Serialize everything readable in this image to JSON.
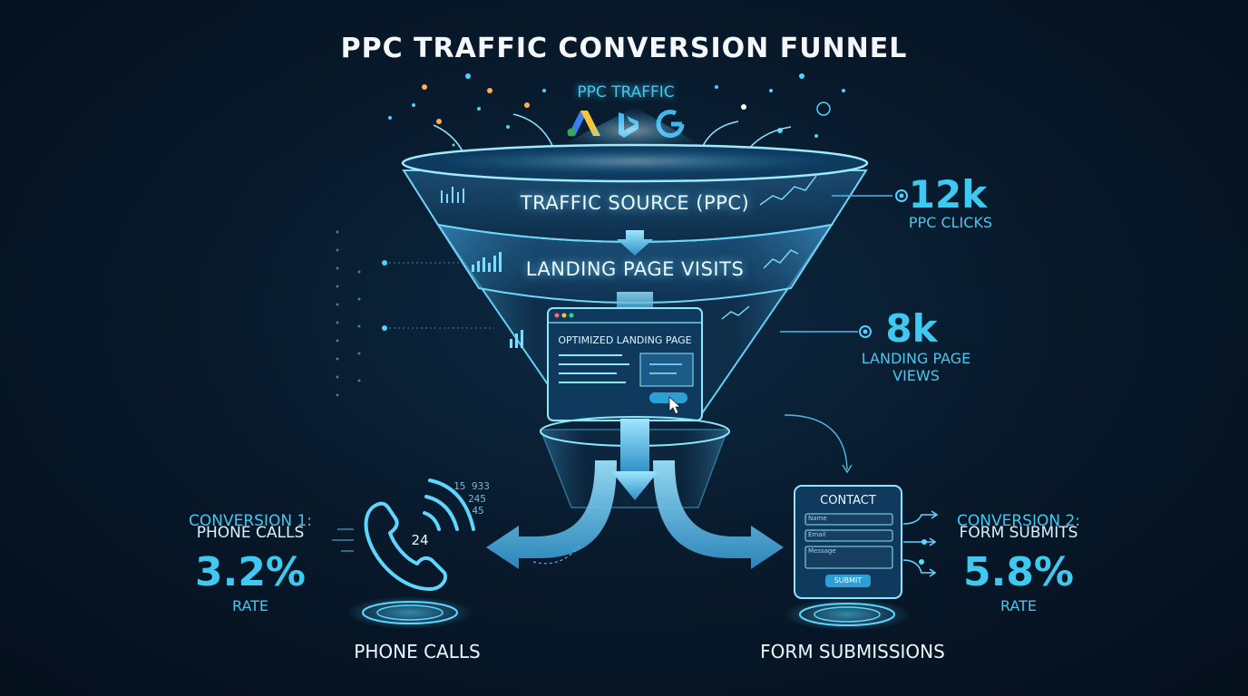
{
  "title": "PPC TRAFFIC CONVERSION FUNNEL",
  "ppc_traffic_label": "PPC TRAFFIC",
  "stages": {
    "traffic_source": "TRAFFIC SOURCE (PPC)",
    "landing_page_visits": "LANDING PAGE VISITS",
    "optimized_landing_page": "OPTIMIZED LANDING PAGE"
  },
  "stats": {
    "clicks_value": "12k",
    "clicks_label": "PPC CLICKS",
    "views_value": "8k",
    "views_label_line1": "LANDING PAGE",
    "views_label_line2": "VIEWS"
  },
  "conversion_1": {
    "heading_line1": "CONVERSION 1:",
    "heading_line2": "PHONE CALLS",
    "rate": "3.2%",
    "rate_label": "RATE",
    "bottom_label": "PHONE CALLS",
    "phone_badge": "24",
    "digits_line1": "15  933",
    "digits_line2": "245",
    "digits_line3": "45"
  },
  "conversion_2": {
    "heading_line1": "CONVERSION 2:",
    "heading_line2": "FORM SUBMITS",
    "rate": "5.8%",
    "rate_label": "RATE",
    "bottom_label": "FORM SUBMISSIONS"
  },
  "contact_form": {
    "title": "CONTACT",
    "name_placeholder": "Name",
    "email_placeholder": "Email",
    "message_placeholder": "Message",
    "submit_label": "SUBMIT"
  },
  "colors": {
    "accent_cyan": "#3fc9f0",
    "background": "#081a2c",
    "funnel_glass": "#1b4f7a"
  },
  "icons": [
    "google-ads-icon",
    "bing-icon",
    "google-icon",
    "phone-icon",
    "cursor-icon"
  ]
}
